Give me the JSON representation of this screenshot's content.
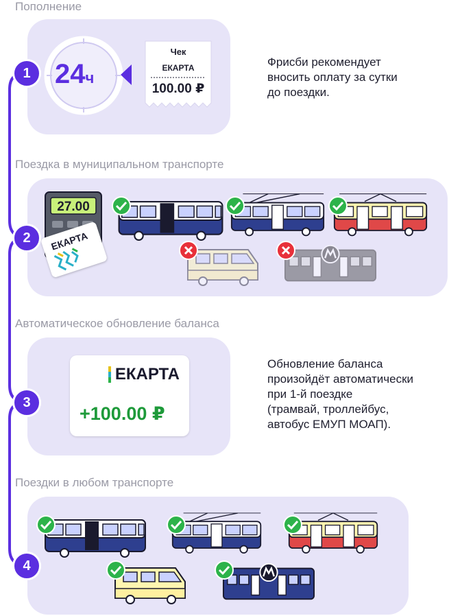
{
  "sections": [
    {
      "label": "Пополнение"
    },
    {
      "label": "Поездка в муниципальном транспорте"
    },
    {
      "label": "Автоматическое обновление баланса"
    },
    {
      "label": "Поездки в любом транспорте"
    }
  ],
  "steps": [
    "1",
    "2",
    "3",
    "4"
  ],
  "step1": {
    "clock_text": "24",
    "clock_unit": "ч",
    "receipt_title": "Чек",
    "receipt_brand": "ЕКАРТА",
    "receipt_amount": "100.00 ₽",
    "desc_lines": [
      "Фрисби рекомендует",
      "вносить оплату за сутки",
      "до поездки."
    ]
  },
  "step2": {
    "validator_amount": "27.00",
    "card_brand": "ЕКАРТА"
  },
  "step3": {
    "brand": "ЕКАРТА",
    "amount": "+100.00 ₽",
    "desc_lines": [
      "Обновление баланса",
      "произойдёт автоматически",
      "при 1-й поездке",
      "(трамвай, троллейбус,",
      "автобус ЕМУП МОАП)."
    ]
  },
  "colors": {
    "accent": "#5b2ee0",
    "card_bg": "#e7e4f8",
    "check": "#2db34a",
    "cross": "#e8303a",
    "bus_blue": "#2e3f8f",
    "tram_red": "#e04848",
    "amount_green": "#1e9a3a"
  },
  "icons": [
    "clock-icon",
    "receipt-icon",
    "validator-icon",
    "bus-icon",
    "trolleybus-icon",
    "tram-icon",
    "minibus-icon",
    "metro-icon",
    "check-icon",
    "cross-icon"
  ]
}
